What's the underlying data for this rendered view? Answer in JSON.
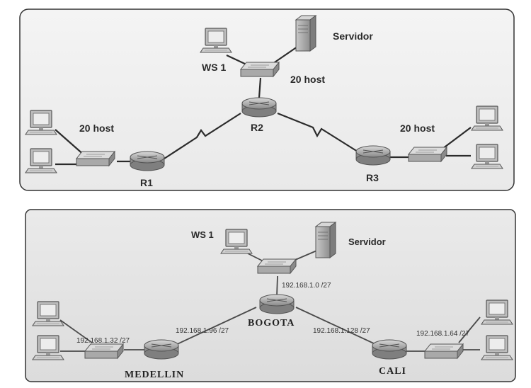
{
  "diagrams": {
    "top": {
      "labels": {
        "ws": "WS 1",
        "server": "Servidor",
        "hosts_r2": "20 host",
        "hosts_r1": "20 host",
        "hosts_r3": "20 host",
        "r1": "R1",
        "r2": "R2",
        "r3": "R3"
      }
    },
    "bottom": {
      "labels": {
        "ws": "WS 1",
        "server": "Servidor",
        "bogota": "BOGOTA",
        "medellin": "MEDELLIN",
        "cali": "CALI",
        "net_bogota_lan": "192.168.1.0 /27",
        "net_medellin_lan": "192.168.1.32 /27",
        "net_medellin_wan": "192.168.1.96 /27",
        "net_cali_wan": "192.168.1.128 /27",
        "net_cali_lan": "192.168.1.64 /27"
      }
    }
  }
}
